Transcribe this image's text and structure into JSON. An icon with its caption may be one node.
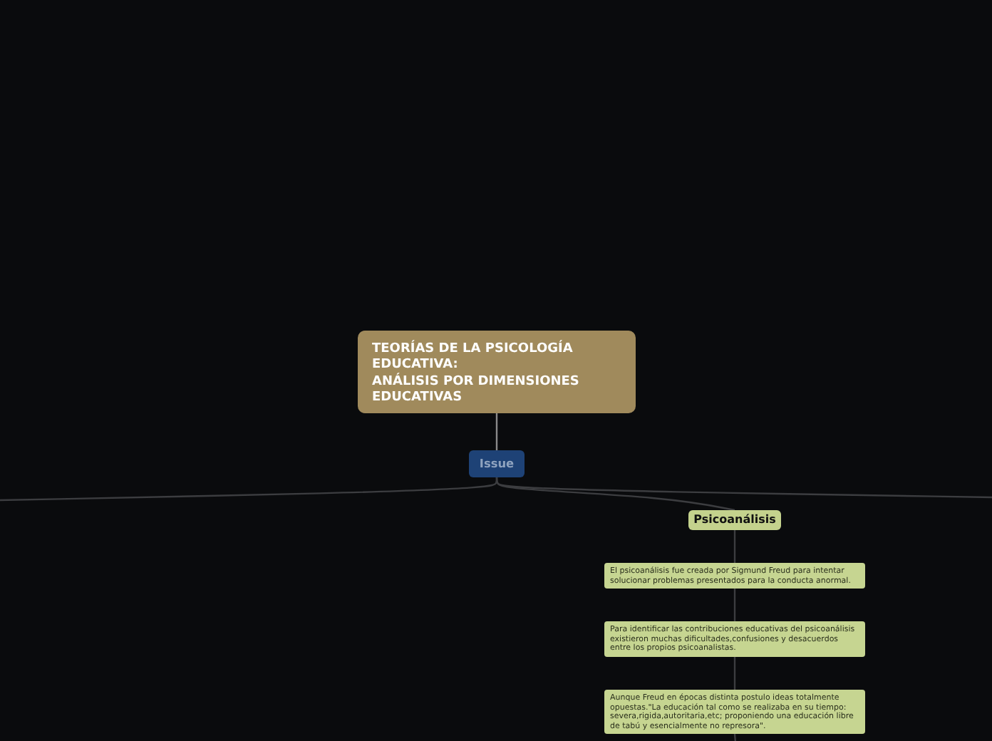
{
  "diagram": {
    "nodes": [
      {
        "text": [
          "TEORÍAS DE LA PSICOLOGÍA EDUCATIVA:",
          "ANÁLISIS POR DIMENSIONES EDUCATIVAS"
        ]
      },
      {
        "text": [
          "Issue"
        ]
      },
      {
        "text": [
          "Psicoanálisis"
        ]
      },
      {
        "text": [
          "El psicoanálisis fue creada por Sigmund Freud para intentar solucionar problemas presentados para la conducta anormal."
        ]
      },
      {
        "text": [
          "Para identificar las contribuciones educativas del psicoanálisis existieron muchas dificultades,confusiones y desacuerdos entre los propios psicoanalistas."
        ]
      },
      {
        "text": [
          "Aunque Freud en épocas distinta postulo ideas totalmente opuestas.\"La educación tal como se realizaba en su tiempo: severa,rigida,autoritaria,etc; proponiendo una educación libre de tabú y esencialmente no represora\"."
        ]
      }
    ],
    "edges": [
      {
        "from": 0,
        "to": 1,
        "arrow": "none",
        "color": "#8a8a8a"
      },
      {
        "from": 1,
        "to": null,
        "arrow": "none"
      },
      {
        "from": 1,
        "to": 2,
        "arrow": "none"
      },
      {
        "from": 1,
        "to": null,
        "arrow": "none"
      },
      {
        "from": 2,
        "to": 3,
        "arrow": "none"
      },
      {
        "from": 3,
        "to": 4,
        "arrow": "none"
      },
      {
        "from": 4,
        "to": 5,
        "arrow": "none"
      },
      {
        "from": 5,
        "to": null,
        "arrow": "none"
      }
    ]
  }
}
